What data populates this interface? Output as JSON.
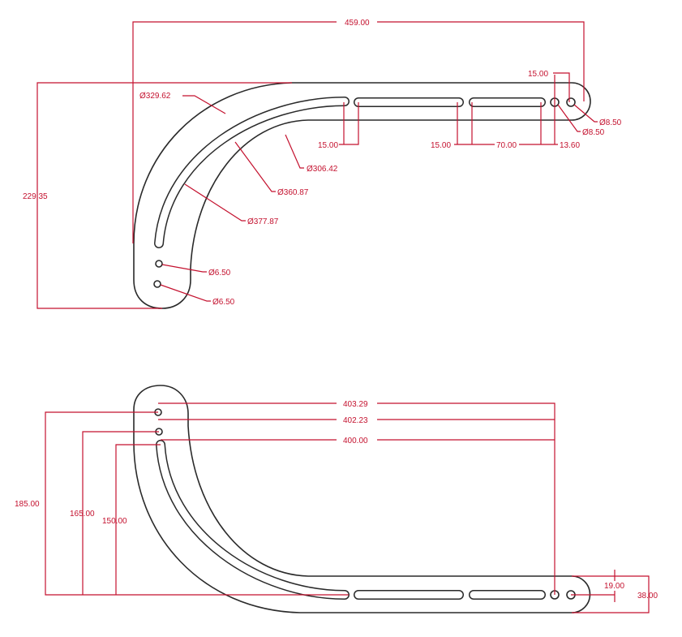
{
  "top_view": {
    "overall_width": "459.00",
    "overall_height": "229.35",
    "diameters": [
      "Ø329.62",
      "Ø306.42",
      "Ø360.87",
      "Ø377.87"
    ],
    "slot_width_1": "15.00",
    "slot_gap": "15.00",
    "slot_length": "70.00",
    "hole_offset": "13.60",
    "hole_spacing": "15.00",
    "hole_dia_1": "Ø8.50",
    "hole_dia_2": "Ø8.50",
    "small_hole_1": "Ø6.50",
    "small_hole_2": "Ø6.50"
  },
  "bottom_view": {
    "length_1": "403.29",
    "length_2": "402.23",
    "length_3": "400.00",
    "height_1": "185.00",
    "height_2": "165.00",
    "height_3": "150.00",
    "half_width": "19.00",
    "full_width": "38.00"
  },
  "colors": {
    "dimension": "#c4122f",
    "outline": "#2a2a2a"
  }
}
